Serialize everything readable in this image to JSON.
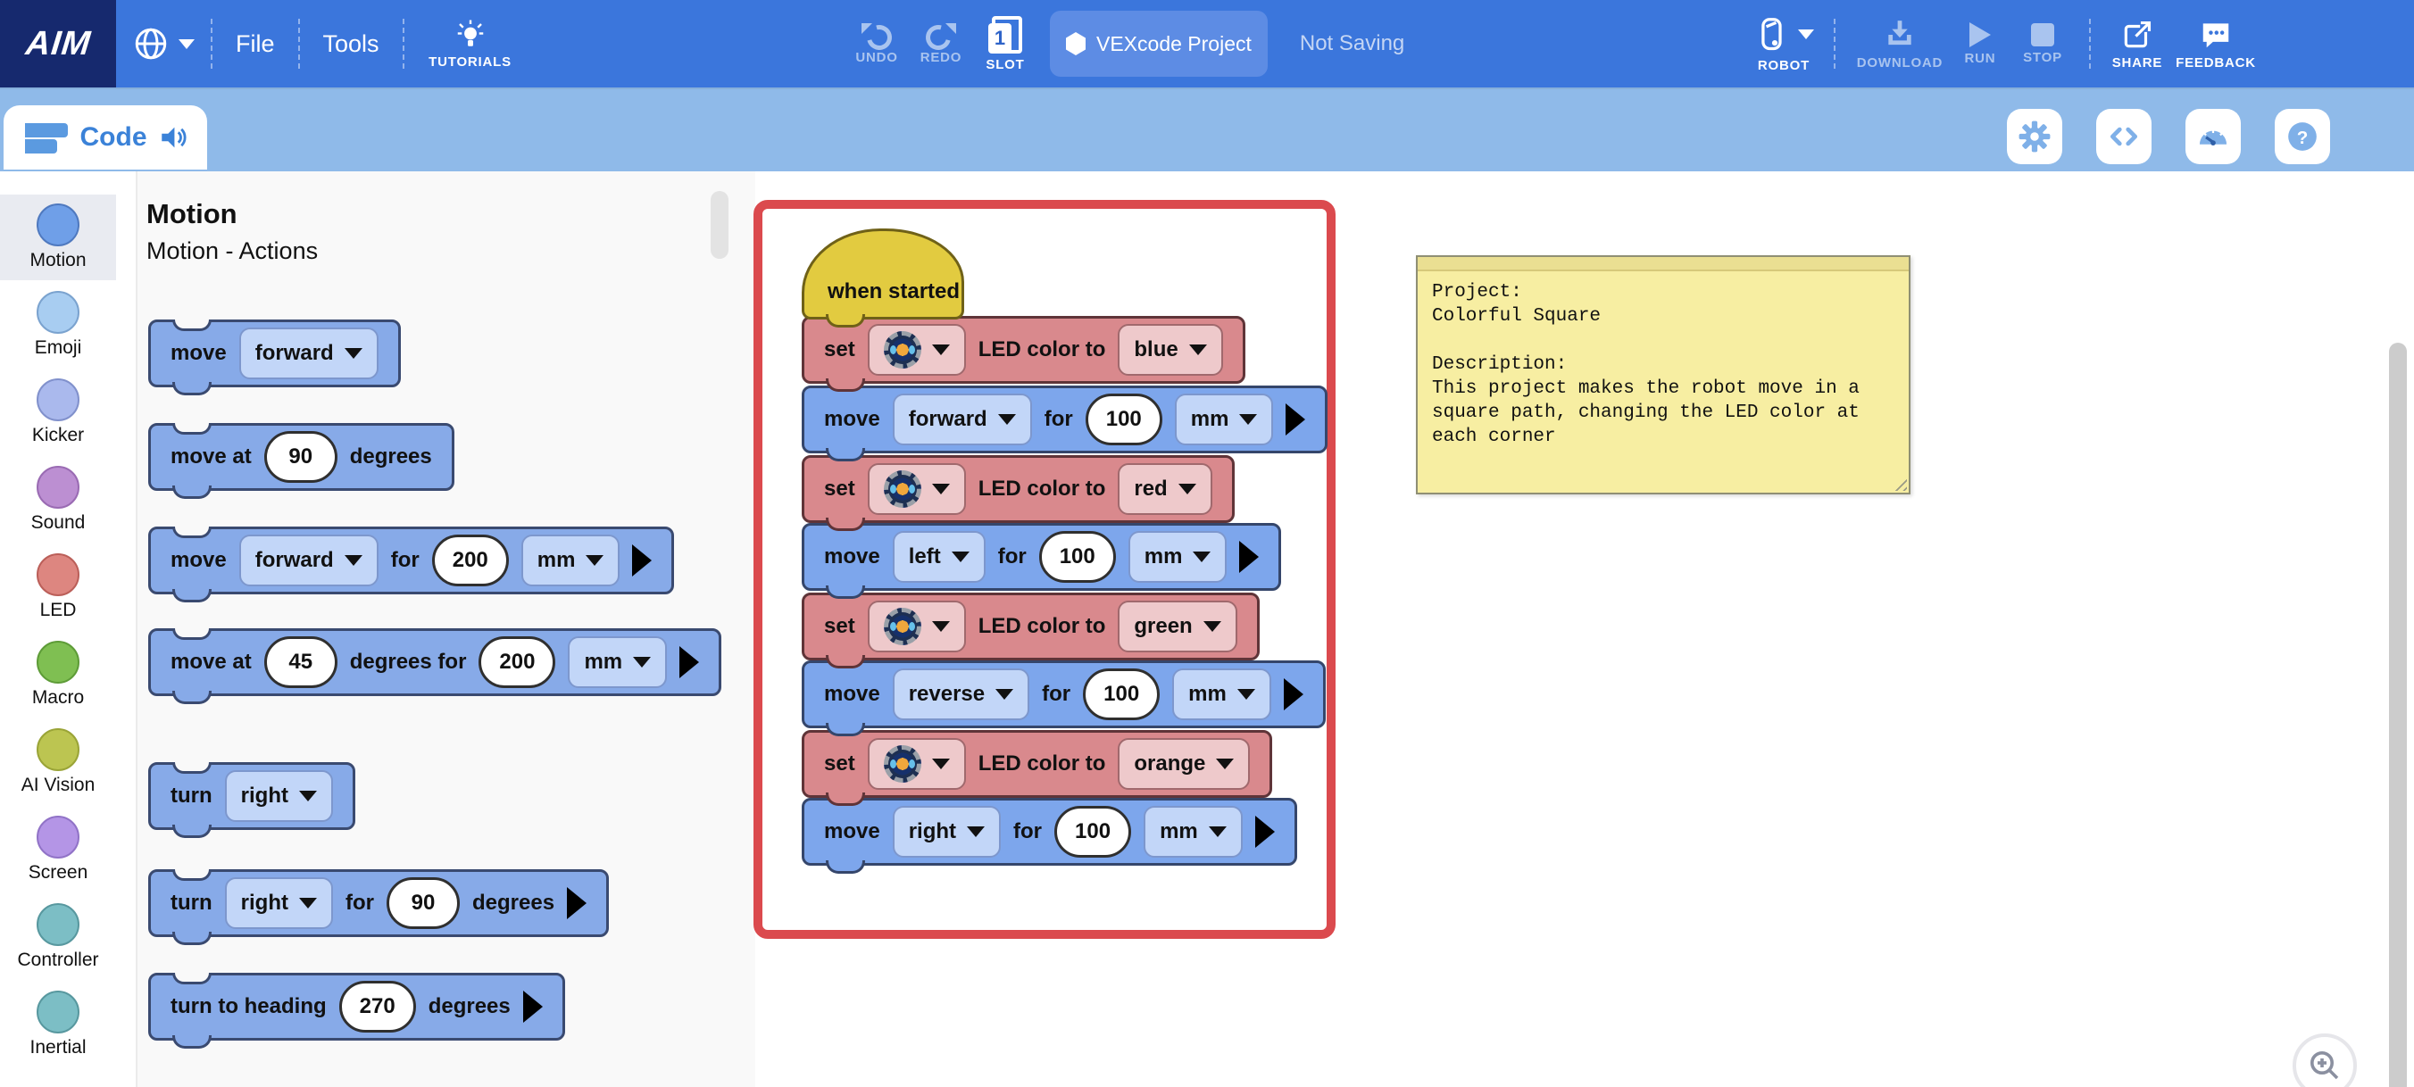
{
  "topbar": {
    "logo": "AIM",
    "menu_file": "File",
    "menu_tools": "Tools",
    "tutorials_label": "TUTORIALS",
    "undo_label": "UNDO",
    "redo_label": "REDO",
    "slot_label": "SLOT",
    "slot_number": "1",
    "project_name": "VEXcode Project",
    "saving_status": "Not Saving",
    "robot_label": "ROBOT",
    "download_label": "DOWNLOAD",
    "run_label": "RUN",
    "stop_label": "STOP",
    "share_label": "SHARE",
    "feedback_label": "FEEDBACK"
  },
  "toolbar": {
    "code_tab_label": "Code"
  },
  "sidebar": {
    "items": [
      {
        "label": "Motion",
        "color": "#6f9fe8",
        "selected": true
      },
      {
        "label": "Emoji",
        "color": "#a8cdf1",
        "selected": false
      },
      {
        "label": "Kicker",
        "color": "#aab9ed",
        "selected": false
      },
      {
        "label": "Sound",
        "color": "#bc8fd2",
        "selected": false
      },
      {
        "label": "LED",
        "color": "#dd8680",
        "selected": false
      },
      {
        "label": "Macro",
        "color": "#7fbf52",
        "selected": false
      },
      {
        "label": "AI Vision",
        "color": "#bcc551",
        "selected": false
      },
      {
        "label": "Screen",
        "color": "#b495e6",
        "selected": false
      },
      {
        "label": "Controller",
        "color": "#7cbec5",
        "selected": false
      },
      {
        "label": "Inertial",
        "color": "#7cbec5",
        "selected": false
      }
    ]
  },
  "palette": {
    "title": "Motion",
    "subtitle": "Motion - Actions",
    "blocks": [
      {
        "w1": "move",
        "d1": "forward"
      },
      {
        "w1": "move at",
        "n1": "90",
        "w2": "degrees"
      },
      {
        "w1": "move",
        "d1": "forward",
        "w2": "for",
        "n1": "200",
        "d2": "mm"
      },
      {
        "w1": "move at",
        "n1": "45",
        "w2": "degrees for",
        "n2": "200",
        "d1": "mm"
      },
      {
        "w1": "turn",
        "d1": "right"
      },
      {
        "w1": "turn",
        "d1": "right",
        "w2": "for",
        "n1": "90",
        "w3": "degrees"
      },
      {
        "w1": "turn to heading",
        "n1": "270",
        "w2": "degrees"
      }
    ]
  },
  "workspace": {
    "hat_label": "when started",
    "rows": [
      {
        "type": "set",
        "w1": "set",
        "w2": "LED color to",
        "color": "blue"
      },
      {
        "type": "move",
        "w1": "move",
        "dir": "forward",
        "w2": "for",
        "dist": "100",
        "unit": "mm"
      },
      {
        "type": "set",
        "w1": "set",
        "w2": "LED color to",
        "color": "red"
      },
      {
        "type": "move",
        "w1": "move",
        "dir": "left",
        "w2": "for",
        "dist": "100",
        "unit": "mm"
      },
      {
        "type": "set",
        "w1": "set",
        "w2": "LED color to",
        "color": "green"
      },
      {
        "type": "move",
        "w1": "move",
        "dir": "reverse",
        "w2": "for",
        "dist": "100",
        "unit": "mm"
      },
      {
        "type": "set",
        "w1": "set",
        "w2": "LED color to",
        "color": "orange"
      },
      {
        "type": "move",
        "w1": "move",
        "dir": "right",
        "w2": "for",
        "dist": "100",
        "unit": "mm"
      }
    ]
  },
  "note": {
    "text": "Project:\nColorful Square\n\nDescription:\nThis project makes the robot move in a\nsquare path, changing the LED color at\neach corner"
  },
  "colors": {
    "topbar_blue": "#3b76dc",
    "logo_navy": "#16296e",
    "secondbar_blue": "#8fbae9",
    "highlight_red": "#db4a4e",
    "block_move_blue": "#7da6ec",
    "block_set_red": "#d9898d",
    "hat_yellow": "#e2cb40",
    "note_yellow": "#f7eea2"
  }
}
